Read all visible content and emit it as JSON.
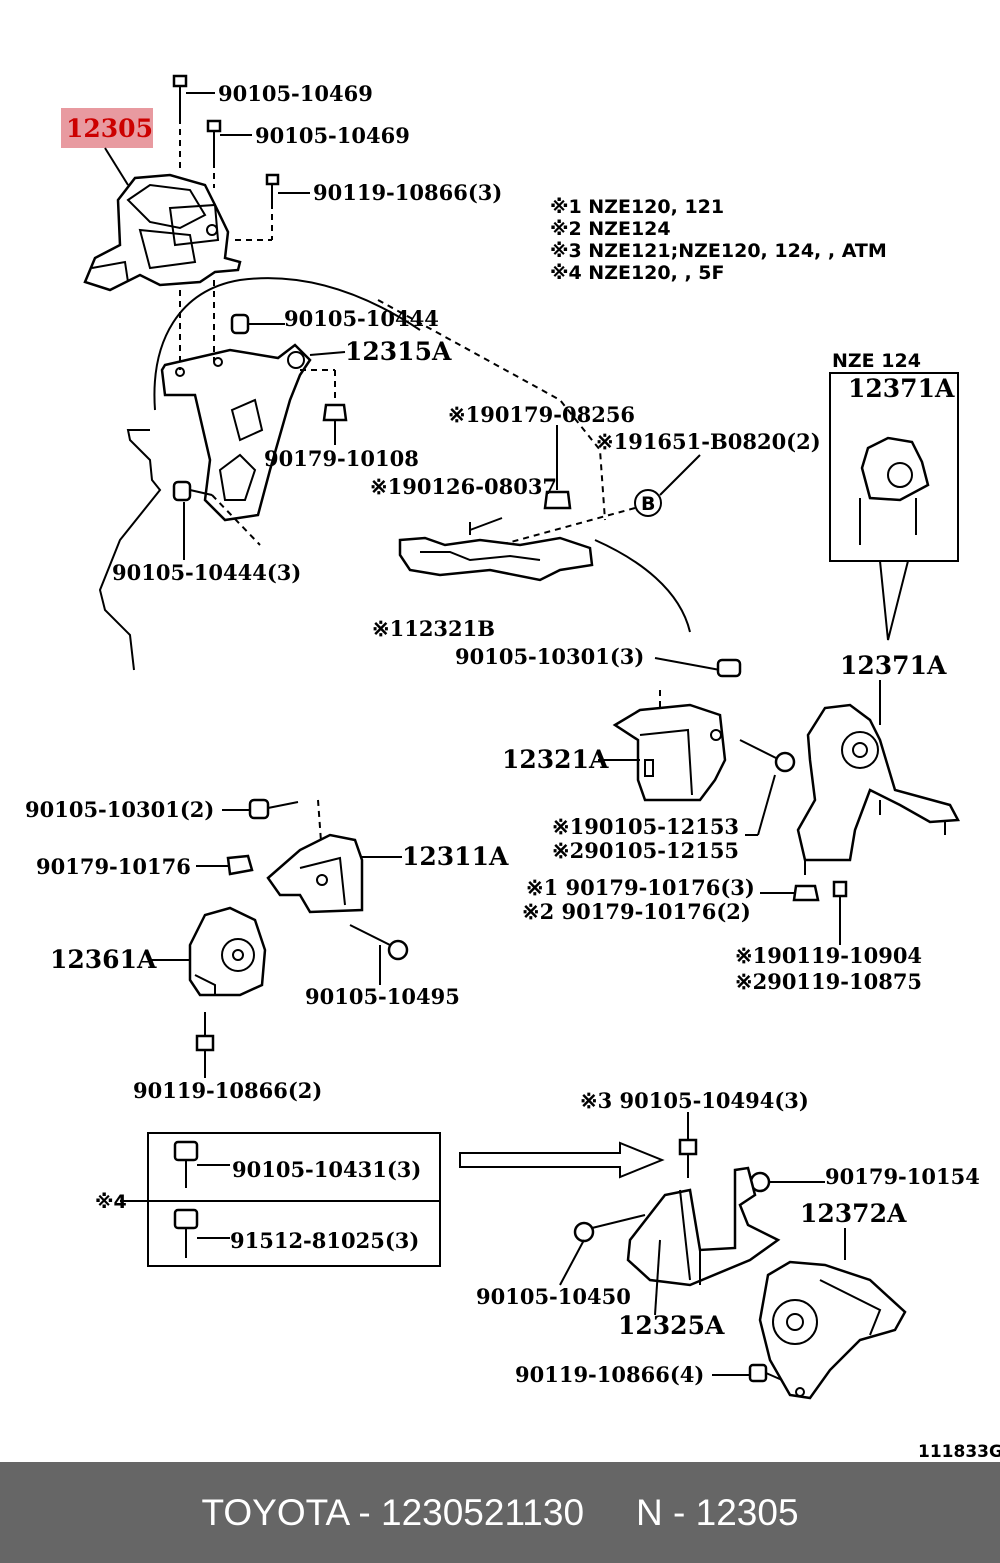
{
  "highlight_part": "12305",
  "labels": {
    "b1": "90105-10469",
    "b2": "90105-10469",
    "b3": "90119-10866(3)",
    "b4": "90105-10444",
    "p12315A": "12315A",
    "b5": "90179-10108",
    "b6": "90105-10444(3)",
    "n190179": "※190179-08256",
    "n191651": "※191651-B0820(2)",
    "n190126": "※190126-08037",
    "circleB": "B",
    "p12321B": "※112321B",
    "b7": "90105-10301(3)",
    "nze124": "NZE 124",
    "p12371A_box": "12371A",
    "p12371A": "12371A",
    "p12321A": "12321A",
    "b8": "※190105-12153",
    "b9": "※290105-12155",
    "b10": "※1 90179-10176(3)",
    "b11": "※2 90179-10176(2)",
    "b12": "※190119-10904",
    "b13": "※290119-10875",
    "b14": "90105-10301(2)",
    "b15": "90179-10176",
    "p12311A": "12311A",
    "p12361A": "12361A",
    "b16": "90105-10495",
    "b17": "90119-10866(2)",
    "b18": "※3 90105-10494(3)",
    "b19": "90179-10154",
    "p12372A": "12372A",
    "b20": "90105-10450",
    "p12325A": "12325A",
    "b21": "90119-10866(4)",
    "box1": "90105-10431(3)",
    "box2": "91512-81025(3)",
    "note4": "※4",
    "diagram_id": "111833G"
  },
  "notes": [
    "※1  NZE120, 121",
    "※2  NZE124",
    "※3  NZE121;NZE120, 124, , ATM",
    "※4  NZE120, , 5F"
  ],
  "footer": {
    "brand_part": "TOYOTA - 1230521130",
    "ref": "N - 12305"
  }
}
